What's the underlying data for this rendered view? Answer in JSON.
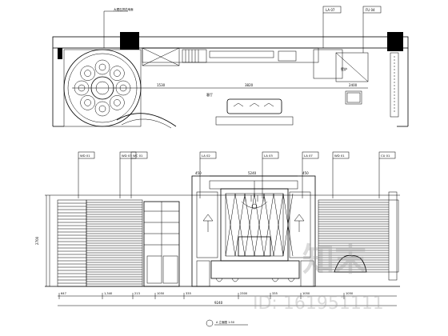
{
  "plan": {
    "room_label": "客厅",
    "dims": [
      "1530",
      "3820",
      "2400"
    ],
    "tags": [
      "LA 07",
      "FU 04"
    ],
    "note_top_left": "大理石拼花地面",
    "fixture_label": "壁炉"
  },
  "elevation": {
    "dim_total_top": "5240",
    "dim_side_top_left": "450",
    "dim_side_top_right": "450",
    "dim_height": "2700",
    "bottom_dims": [
      "647",
      "1,340",
      "213",
      "1050",
      "335",
      "2300",
      "335",
      "1050",
      "1050"
    ],
    "bottom_total": "9240",
    "top_tags": [
      "WD 01",
      "WD 03",
      "WC 01",
      "LA 02",
      "LA 03",
      "LA 07",
      "WD 01",
      "CU 01"
    ],
    "title": "A 立面图 1:50"
  },
  "watermark": {
    "brand": "知末",
    "id_text": "ID: 161951111"
  }
}
